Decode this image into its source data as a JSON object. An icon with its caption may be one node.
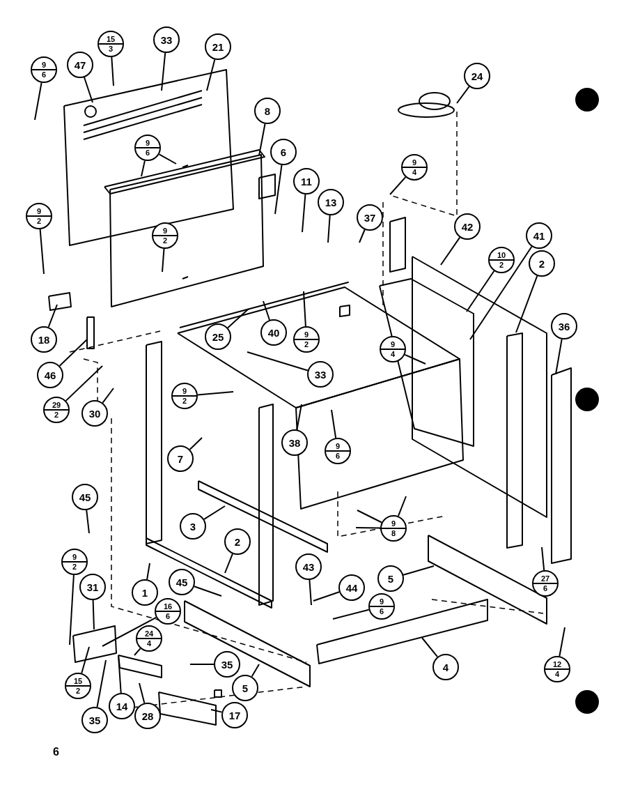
{
  "diagram": {
    "nodes": [
      {
        "text": [
          "9",
          "6"
        ]
      },
      {
        "text": [
          "47"
        ]
      },
      {
        "text": [
          "15",
          "3"
        ]
      },
      {
        "text": [
          "33"
        ]
      },
      {
        "text": [
          "21"
        ]
      },
      {
        "text": [
          "24"
        ]
      },
      {
        "text": [
          "9",
          "6"
        ]
      },
      {
        "text": [
          "8"
        ]
      },
      {
        "text": [
          "6"
        ]
      },
      {
        "text": [
          "11"
        ]
      },
      {
        "text": [
          "13"
        ]
      },
      {
        "text": [
          "9",
          "4"
        ]
      },
      {
        "text": [
          "37"
        ]
      },
      {
        "text": [
          "42"
        ]
      },
      {
        "text": [
          "41"
        ]
      },
      {
        "text": [
          "10",
          "2"
        ]
      },
      {
        "text": [
          "2"
        ]
      },
      {
        "text": [
          "9",
          "2"
        ]
      },
      {
        "text": [
          "9",
          "2"
        ]
      },
      {
        "text": [
          "18"
        ]
      },
      {
        "text": [
          "25"
        ]
      },
      {
        "text": [
          "40"
        ]
      },
      {
        "text": [
          "9",
          "2"
        ]
      },
      {
        "text": [
          "33"
        ]
      },
      {
        "text": [
          "9",
          "4"
        ]
      },
      {
        "text": [
          "36"
        ]
      },
      {
        "text": [
          "46"
        ]
      },
      {
        "text": [
          "29",
          "2"
        ]
      },
      {
        "text": [
          "30"
        ]
      },
      {
        "text": [
          "9",
          "2"
        ]
      },
      {
        "text": [
          "7"
        ]
      },
      {
        "text": [
          "38"
        ]
      },
      {
        "text": [
          "9",
          "6"
        ]
      },
      {
        "text": [
          "45"
        ]
      },
      {
        "text": [
          "3"
        ]
      },
      {
        "text": [
          "9",
          "8"
        ]
      },
      {
        "text": [
          "9",
          "2"
        ]
      },
      {
        "text": [
          "2"
        ]
      },
      {
        "text": [
          "1"
        ]
      },
      {
        "text": [
          "43"
        ]
      },
      {
        "text": [
          "44"
        ]
      },
      {
        "text": [
          "5"
        ]
      },
      {
        "text": [
          "9",
          "6"
        ]
      },
      {
        "text": [
          "27",
          "6"
        ]
      },
      {
        "text": [
          "45"
        ]
      },
      {
        "text": [
          "31"
        ]
      },
      {
        "text": [
          "16",
          "6"
        ]
      },
      {
        "text": [
          "24",
          "4"
        ]
      },
      {
        "text": [
          "15",
          "2"
        ]
      },
      {
        "text": [
          "35"
        ]
      },
      {
        "text": [
          "5"
        ]
      },
      {
        "text": [
          "4"
        ]
      },
      {
        "text": [
          "12",
          "4"
        ]
      },
      {
        "text": [
          "35"
        ]
      },
      {
        "text": [
          "14"
        ]
      },
      {
        "text": [
          "28"
        ]
      },
      {
        "text": [
          "17"
        ]
      }
    ],
    "edges": [
      {
        "from": 0,
        "to": null,
        "arrow": "none"
      },
      {
        "from": 1,
        "to": null,
        "arrow": "none"
      },
      {
        "from": 2,
        "to": null,
        "arrow": "none"
      },
      {
        "from": 3,
        "to": null,
        "arrow": "none"
      },
      {
        "from": 4,
        "to": null,
        "arrow": "none"
      },
      {
        "from": 5,
        "to": null,
        "arrow": "none"
      },
      {
        "from": 6,
        "to": null,
        "arrow": "none"
      },
      {
        "from": 6,
        "to": null,
        "arrow": "none"
      },
      {
        "from": 7,
        "to": null,
        "arrow": "none"
      },
      {
        "from": 8,
        "to": null,
        "arrow": "none"
      },
      {
        "from": 9,
        "to": null,
        "arrow": "none"
      },
      {
        "from": 10,
        "to": null,
        "arrow": "none"
      },
      {
        "from": 11,
        "to": null,
        "arrow": "none"
      },
      {
        "from": 12,
        "to": null,
        "arrow": "none"
      },
      {
        "from": 13,
        "to": null,
        "arrow": "none"
      },
      {
        "from": 14,
        "to": null,
        "arrow": "none"
      },
      {
        "from": 15,
        "to": null,
        "arrow": "none"
      },
      {
        "from": 16,
        "to": null,
        "arrow": "none"
      },
      {
        "from": 17,
        "to": null,
        "arrow": "none"
      },
      {
        "from": 18,
        "to": null,
        "arrow": "none"
      },
      {
        "from": 19,
        "to": null,
        "arrow": "none"
      },
      {
        "from": 20,
        "to": null,
        "arrow": "none"
      },
      {
        "from": 21,
        "to": null,
        "arrow": "none"
      },
      {
        "from": 22,
        "to": null,
        "arrow": "none"
      },
      {
        "from": 23,
        "to": null,
        "arrow": "none"
      },
      {
        "from": 24,
        "to": null,
        "arrow": "none"
      },
      {
        "from": 25,
        "to": null,
        "arrow": "none"
      },
      {
        "from": 26,
        "to": null,
        "arrow": "none"
      },
      {
        "from": 27,
        "to": null,
        "arrow": "none"
      },
      {
        "from": 28,
        "to": null,
        "arrow": "none"
      },
      {
        "from": 29,
        "to": null,
        "arrow": "none"
      },
      {
        "from": 30,
        "to": null,
        "arrow": "none"
      },
      {
        "from": 31,
        "to": null,
        "arrow": "none"
      },
      {
        "from": 32,
        "to": null,
        "arrow": "none"
      },
      {
        "from": 33,
        "to": null,
        "arrow": "none"
      },
      {
        "from": 34,
        "to": null,
        "arrow": "none"
      },
      {
        "from": 35,
        "to": null,
        "arrow": "none"
      },
      {
        "from": 35,
        "to": null,
        "arrow": "none"
      },
      {
        "from": 35,
        "to": null,
        "arrow": "none"
      },
      {
        "from": 36,
        "to": null,
        "arrow": "none"
      },
      {
        "from": 37,
        "to": null,
        "arrow": "none"
      },
      {
        "from": 38,
        "to": null,
        "arrow": "none"
      },
      {
        "from": 39,
        "to": null,
        "arrow": "none"
      },
      {
        "from": 40,
        "to": null,
        "arrow": "none"
      },
      {
        "from": 41,
        "to": null,
        "arrow": "none"
      },
      {
        "from": 42,
        "to": null,
        "arrow": "none"
      },
      {
        "from": 43,
        "to": null,
        "arrow": "none"
      },
      {
        "from": 44,
        "to": null,
        "arrow": "none"
      },
      {
        "from": 45,
        "to": null,
        "arrow": "none"
      },
      {
        "from": 46,
        "to": null,
        "arrow": "none"
      },
      {
        "from": 47,
        "to": null,
        "arrow": "none"
      },
      {
        "from": 48,
        "to": null,
        "arrow": "none"
      },
      {
        "from": 49,
        "to": null,
        "arrow": "none"
      },
      {
        "from": 50,
        "to": null,
        "arrow": "none"
      },
      {
        "from": 51,
        "to": null,
        "arrow": "none"
      },
      {
        "from": 52,
        "to": null,
        "arrow": "none"
      },
      {
        "from": 53,
        "to": null,
        "arrow": "none"
      },
      {
        "from": 54,
        "to": null,
        "arrow": "none"
      },
      {
        "from": 55,
        "to": null,
        "arrow": "none"
      },
      {
        "from": 56,
        "to": null,
        "arrow": "none"
      }
    ],
    "labels": [
      "6"
    ]
  }
}
